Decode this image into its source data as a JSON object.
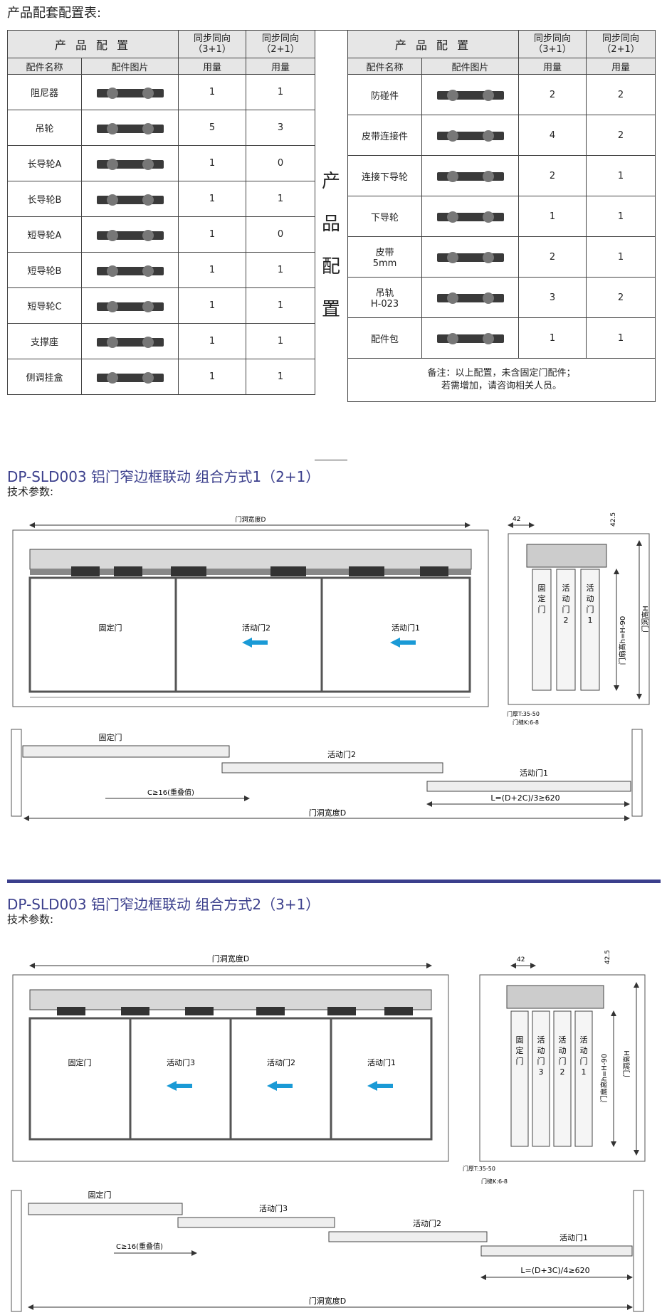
{
  "page_title": "产品配套配置表:",
  "table": {
    "group_header": "产 品 配 置",
    "col_31": [
      "同步同向",
      "（3+1）"
    ],
    "col_21": [
      "同步同向",
      "（2+1）"
    ],
    "sub_name": "配件名称",
    "sub_img": "配件图片",
    "sub_qty": "用量",
    "middle_label": [
      "产",
      "品",
      "配",
      "置"
    ],
    "left_rows": [
      {
        "name": "阻尼器",
        "q31": "1",
        "q21": "1"
      },
      {
        "name": "吊轮",
        "q31": "5",
        "q21": "3"
      },
      {
        "name": "长导轮A",
        "q31": "1",
        "q21": "0"
      },
      {
        "name": "长导轮B",
        "q31": "1",
        "q21": "1"
      },
      {
        "name": "短导轮A",
        "q31": "1",
        "q21": "0"
      },
      {
        "name": "短导轮B",
        "q31": "1",
        "q21": "1"
      },
      {
        "name": "短导轮C",
        "q31": "1",
        "q21": "1"
      },
      {
        "name": "支撑座",
        "q31": "1",
        "q21": "1"
      },
      {
        "name": "侧调挂盒",
        "q31": "1",
        "q21": "1"
      }
    ],
    "right_rows": [
      {
        "name": "防碰件",
        "q31": "2",
        "q21": "2"
      },
      {
        "name": "皮带连接件",
        "q31": "4",
        "q21": "2"
      },
      {
        "name": "连接下导轮",
        "q31": "2",
        "q21": "1"
      },
      {
        "name": "下导轮",
        "q31": "1",
        "q21": "1"
      },
      {
        "name": "皮带\n5mm",
        "q31": "2",
        "q21": "1"
      },
      {
        "name": "吊轨\nH-023",
        "q31": "3",
        "q21": "2"
      },
      {
        "name": "配件包",
        "q31": "1",
        "q21": "1"
      }
    ],
    "note": [
      "备注：以上配置，未含固定门配件；",
      "若需增加，请咨询相关人员。"
    ]
  },
  "section1": {
    "title": "DP-SLD003 铝门窄边框联动 组合方式1（2+1）",
    "subtitle": "技术参数:",
    "front": {
      "width_label": "门洞宽度D",
      "doors": [
        "固定门",
        "活动门2",
        "活动门1"
      ]
    },
    "side": {
      "dim_42": "42",
      "dim_425": "42.5",
      "leaf_height": "门扇高h=H-90",
      "opening_height": "门洞高H",
      "doors": [
        "固\n定\n门",
        "活\n动\n门\n2",
        "活\n动\n门\n1"
      ],
      "thickness": "门厚T:35-50",
      "gap": "门缝K:6-8"
    },
    "plan": {
      "fixed": "固定门",
      "door2": "活动门2",
      "door1": "活动门1",
      "overlap": "C≥16(重叠值)",
      "width_label": "门洞宽度D",
      "leaf_formula": "L=(D+2C)/3≥620"
    }
  },
  "section2": {
    "title": "DP-SLD003 铝门窄边框联动 组合方式2（3+1）",
    "subtitle": "技术参数:",
    "front": {
      "width_label": "门洞宽度D",
      "doors": [
        "固定门",
        "活动门3",
        "活动门2",
        "活动门1"
      ]
    },
    "side": {
      "dim_42": "42",
      "dim_425": "42.5",
      "leaf_height": "门扇高h=H-90",
      "opening_height": "门洞高H",
      "doors": [
        "固\n定\n门",
        "活\n动\n门\n3",
        "活\n动\n门\n2",
        "活\n动\n门\n1"
      ],
      "thickness": "门厚T:35-50",
      "gap": "门缝K:6-8"
    },
    "plan": {
      "fixed": "固定门",
      "door3": "活动门3",
      "door2": "活动门2",
      "door1": "活动门1",
      "overlap": "C≥16(重叠值)",
      "width_label": "门洞宽度D",
      "leaf_formula": "L=(D+3C)/4≥620"
    }
  },
  "colors": {
    "accent": "#3b3f8c",
    "arrow": "#1a9ad6",
    "header_bg": "#e6e6e6"
  }
}
